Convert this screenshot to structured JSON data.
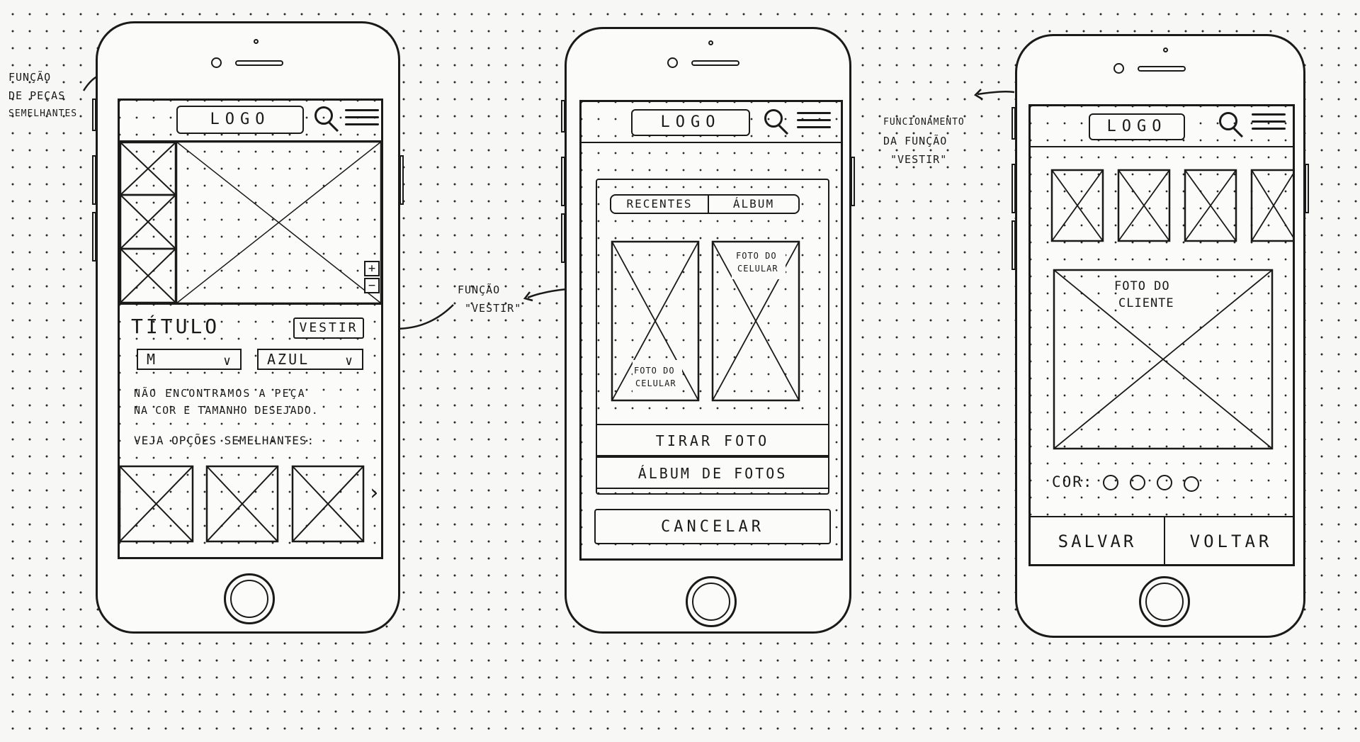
{
  "annotations": {
    "similar": [
      "FUNÇÃO",
      "DE PEÇAS",
      "SEMELHANTES"
    ],
    "vestir_func": [
      "FUNÇÃO",
      "\"VESTIR\""
    ],
    "vestir_working": [
      "FUNCIONAMENTO",
      "DA FUNÇÃO",
      "\"VESTIR\""
    ]
  },
  "screen1": {
    "logo": "LOGO",
    "zoom_in": "+",
    "zoom_out": "−",
    "title": "TÍTULO",
    "vestir_button": "VESTIR",
    "size_select": "M",
    "color_select": "AZUL",
    "message_line1": "NÃO ENCONTRAMOS A PEÇA",
    "message_line2": "NA COR E TAMANHO DESEJADO.",
    "similar_label": "VEJA OPÇÕES SEMELHANTES:",
    "next_arrow": "›"
  },
  "screen2": {
    "logo": "LOGO",
    "tab_recent": "RECENTES",
    "tab_album": "ÁLBUM",
    "photo1_label": [
      "FOTO DO",
      "CELULAR"
    ],
    "photo2_label": [
      "FOTO DO",
      "CELULAR"
    ],
    "take_photo": "TIRAR FOTO",
    "photo_album": "ÁLBUM DE FOTOS",
    "cancel": "CANCELAR"
  },
  "screen3": {
    "logo": "LOGO",
    "client_photo_label": [
      "FOTO DO",
      "CLIENTE"
    ],
    "color_label": "COR:",
    "save": "SALVAR",
    "back": "VOLTAR"
  }
}
